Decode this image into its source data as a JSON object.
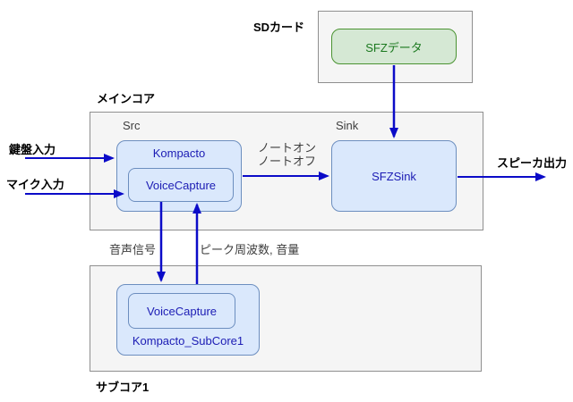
{
  "colors": {
    "arrow_blue": "#0b0bc8",
    "blue_node_fill": "#dae8fc",
    "blue_node_border": "#6c8ebf",
    "blue_node_text": "#1c1cb4",
    "green_node_fill": "#d5e8d4",
    "green_node_border": "#4a9332",
    "green_node_text": "#1a781e",
    "container_fill": "#f5f5f5",
    "container_border": "#8f8f8f",
    "edge_label_text": "#3d3d3d",
    "outer_label_text": "#000000"
  },
  "containers": {
    "sd_card_label": "SDカード",
    "main_core_label": "メインコア",
    "sub_core_label": "サブコア1",
    "src_label": "Src",
    "sink_label": "Sink"
  },
  "nodes": {
    "sfz_data": "SFZデータ",
    "kompacto": "Kompacto",
    "voice_capture_main": "VoiceCapture",
    "sfz_sink": "SFZSink",
    "voice_capture_sub": "VoiceCapture",
    "kompacto_subcore": "Kompacto_SubCore1"
  },
  "edge_labels": {
    "keyboard_input": "鍵盤入力",
    "mic_input": "マイク入力",
    "note_on": "ノートオン",
    "note_off": "ノートオフ",
    "speaker_output": "スピーカ出力",
    "audio_signal": "音声信号",
    "peak_freq_volume": "ピーク周波数, 音量"
  }
}
